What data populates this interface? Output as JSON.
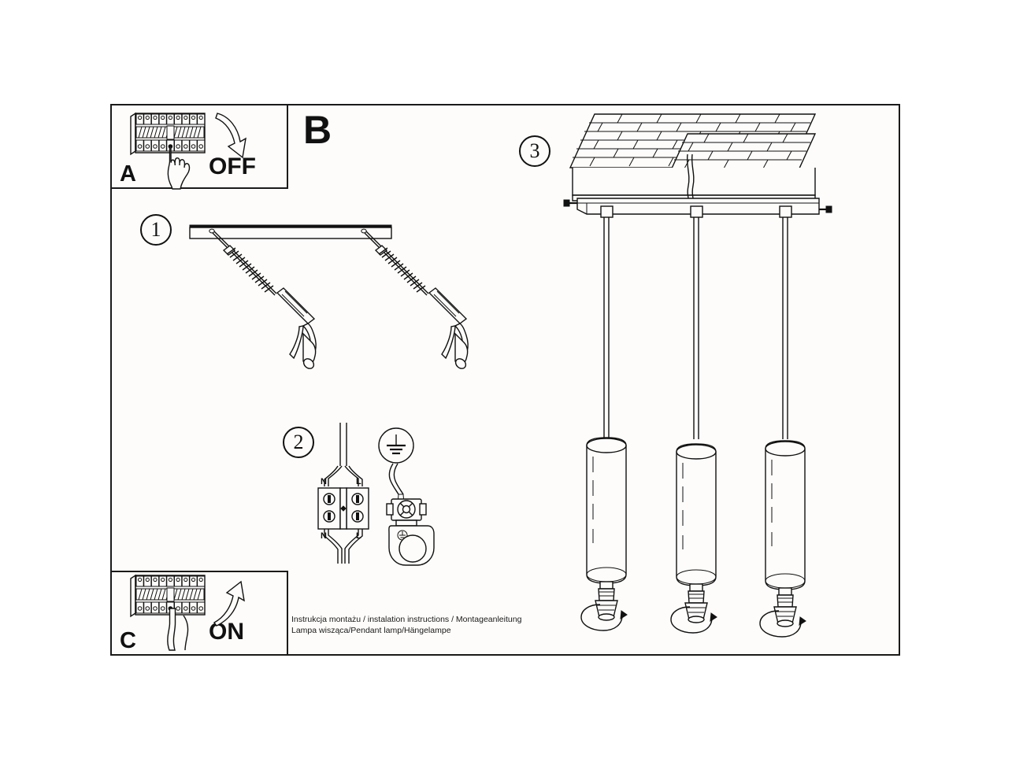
{
  "document": {
    "title": "Instrukcja montażu / instalation instructions / Montageanleitung",
    "subtitle": "Lampa wisząca/Pendant lamp/Hängelampe",
    "product_type": "pendant-lamp-3-light",
    "sheet_background": "#ffffff",
    "frame_background": "#fdfcfa",
    "line_color": "#111111"
  },
  "panels": {
    "a": {
      "letter": "A",
      "action_label": "OFF",
      "description": "Turn off the circuit breaker before installation",
      "icons": [
        "circuit-breaker-panel",
        "hand-pointing",
        "curved-arrow-down"
      ],
      "breaker_count": 9
    },
    "c": {
      "letter": "C",
      "action_label": "ON",
      "description": "Turn the circuit breaker back on after installation",
      "icons": [
        "circuit-breaker-panel",
        "hand-pointing",
        "curved-arrow-up"
      ],
      "breaker_count": 9
    },
    "b": {
      "letter": "B",
      "description": "Main assembly section"
    }
  },
  "steps": [
    {
      "number": "1",
      "description": "Fix the mounting bar to the ceiling with screws and wall plugs",
      "components": [
        "mounting-bar",
        "screw",
        "wall-plug"
      ]
    },
    {
      "number": "2",
      "description": "Connect the wires to the terminal block and attach the earth wire",
      "terminal_labels_top": [
        "N",
        "L"
      ],
      "terminal_labels_bottom": [
        "N",
        "L"
      ],
      "terminal_screw_count": 4,
      "components": [
        "terminal-block",
        "earth-symbol",
        "earth-screw-terminal"
      ]
    },
    {
      "number": "3",
      "description": "Mount the canopy on the bar and fit the bulbs into the pendant tubes",
      "pendant_count": 3,
      "components": [
        "ceiling-surface",
        "canopy-plate",
        "pendant-cable",
        "pendant-tube",
        "gu10-bulb",
        "rotation-arrow"
      ]
    }
  ]
}
